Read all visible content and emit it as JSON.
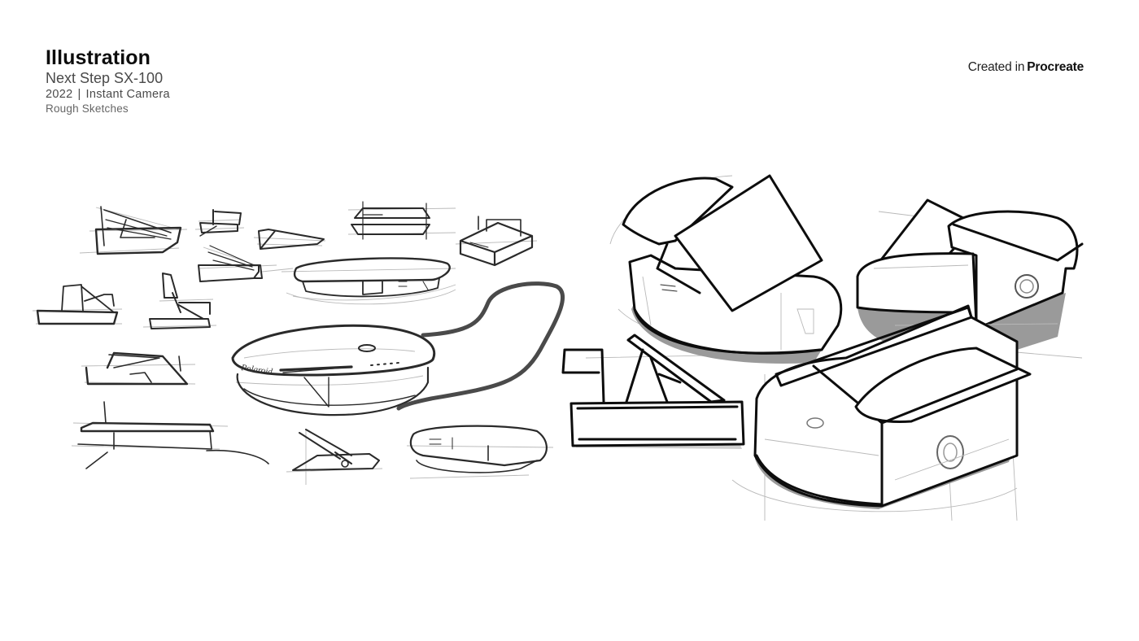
{
  "header": {
    "title": "Illustration",
    "subtitle": "Next Step SX-100",
    "year": "2022",
    "separator": "|",
    "category": "Instant Camera",
    "note": "Rough Sketches"
  },
  "credit": {
    "prefix": "Created in",
    "app": "Procreate"
  },
  "artwork": {
    "left_panel": "rough-thumbnail-sketches",
    "right_panel": "refined-camera-renderings",
    "sketch_label": "Polaroid",
    "colors": {
      "background": "#ffffff",
      "ink": "#0d0d0d",
      "pencil": "#2a2a2a",
      "construction": "#b9b9b9",
      "shadow": "#9a9a9a"
    }
  }
}
